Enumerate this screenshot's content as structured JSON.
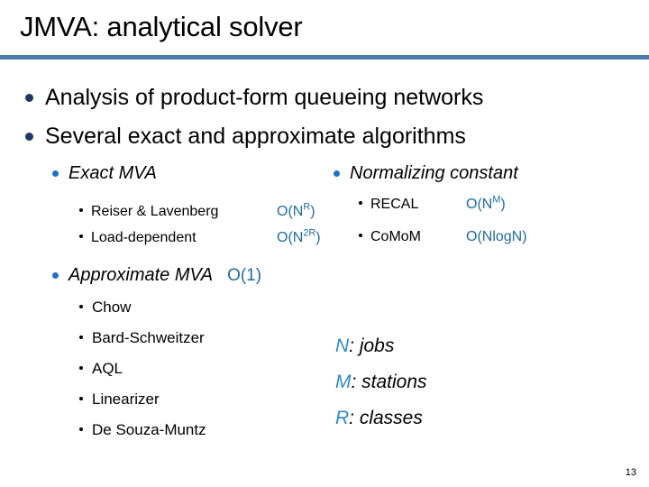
{
  "slide": {
    "title": "JMVA: analytical solver",
    "number": "13",
    "rule_color": "#4a79ae"
  },
  "colors": {
    "level1_bullet": "#1f3864",
    "level2_bullet": "#1f6fc4",
    "level3_bullet": "#000000",
    "complexity_text": "#1f6d9e",
    "legend_symbol": "#2e8bc9",
    "title_rule": "#4a79ae"
  },
  "main_bullets": [
    {
      "label": "Analysis of product-form queueing networks"
    },
    {
      "label": "Several exact and approximate algorithms"
    }
  ],
  "sections": {
    "exact_mva": {
      "heading": "Exact MVA",
      "complexity": "",
      "algorithms": [
        {
          "name": "Reiser & Lavenberg",
          "complexity_base": "O(N",
          "complexity_sup": "R",
          "complexity_tail": ")"
        },
        {
          "name": "Load-dependent",
          "complexity_base": "O(N",
          "complexity_sup": "2R",
          "complexity_tail": ")"
        }
      ]
    },
    "normalizing_constant": {
      "heading": "Normalizing constant",
      "complexity": "",
      "algorithms": [
        {
          "name": "RECAL",
          "complexity_base": "O(N",
          "complexity_sup": "M",
          "complexity_tail": ")"
        },
        {
          "name": "CoMoM",
          "complexity_base": "O(NlogN)",
          "complexity_sup": "",
          "complexity_tail": ""
        }
      ]
    },
    "approximate_mva": {
      "heading": "Approximate MVA",
      "complexity": "O(1)",
      "algorithms": [
        {
          "name": "Chow"
        },
        {
          "name": "Bard-Schweitzer"
        },
        {
          "name": "AQL"
        },
        {
          "name": "Linearizer"
        },
        {
          "name": "De Souza-Muntz"
        }
      ]
    }
  },
  "legend": [
    {
      "symbol": "N",
      "definition": ": jobs"
    },
    {
      "symbol": "M",
      "definition": ": stations"
    },
    {
      "symbol": "R",
      "definition": ": classes"
    }
  ]
}
